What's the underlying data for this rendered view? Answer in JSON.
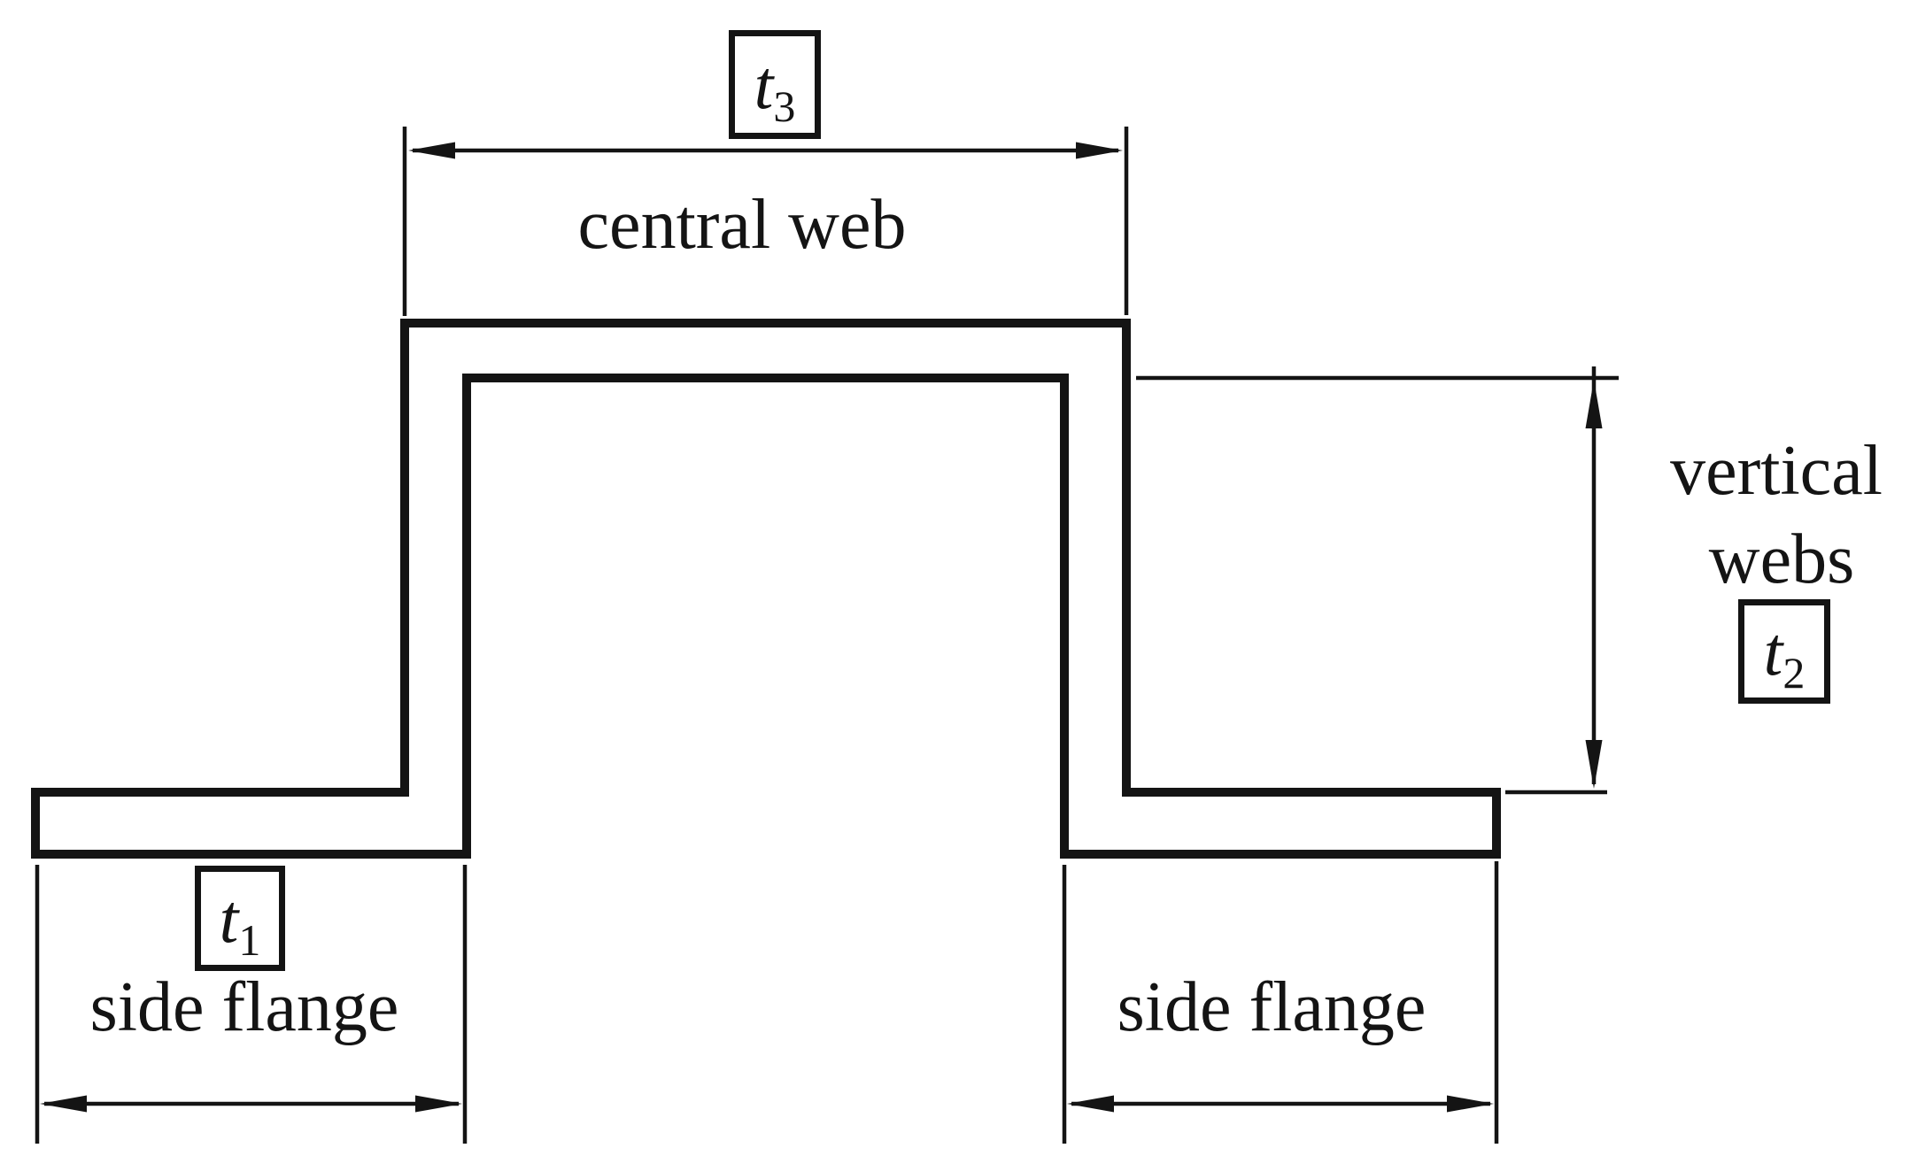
{
  "diagram": {
    "labels": {
      "central_web": "central web",
      "vertical_webs_line1": "vertical",
      "vertical_webs_line2": "webs",
      "side_flange_left": "side flange",
      "side_flange_right": "side flange"
    },
    "thickness_labels": {
      "t1": {
        "base": "t",
        "sub": "1"
      },
      "t2": {
        "base": "t",
        "sub": "2"
      },
      "t3": {
        "base": "t",
        "sub": "3"
      }
    },
    "colors": {
      "line": "#141414",
      "background": "#ffffff"
    }
  }
}
